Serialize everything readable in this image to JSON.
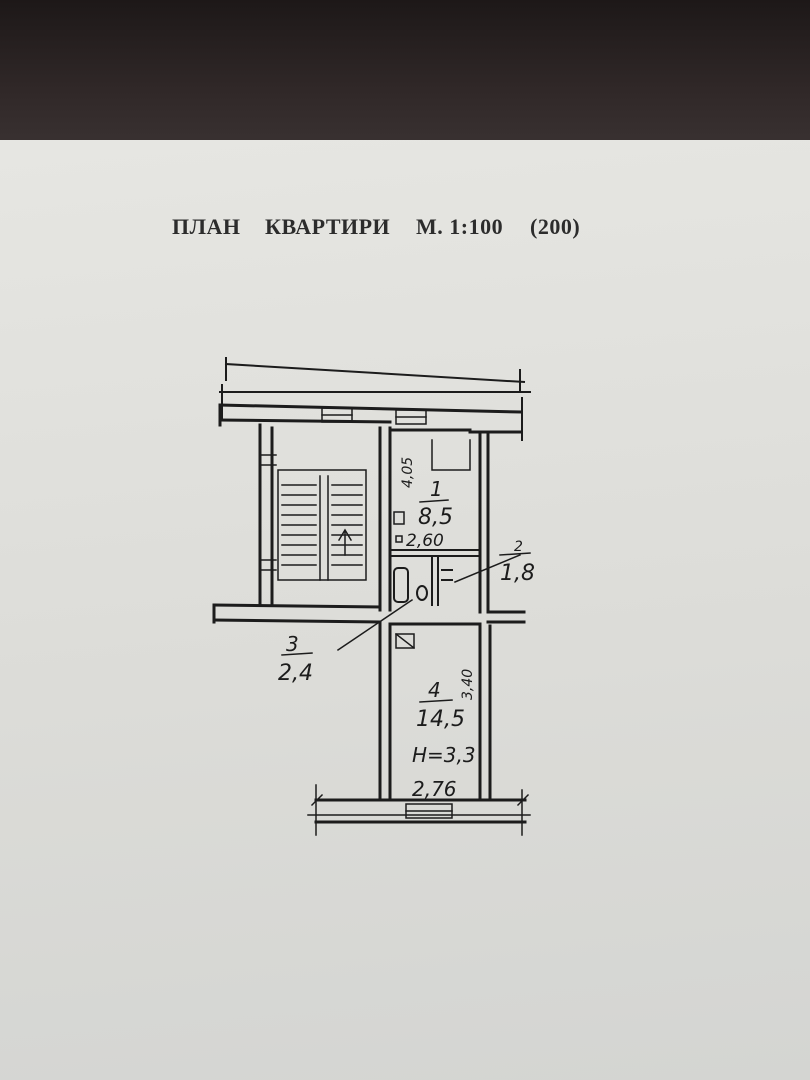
{
  "title": {
    "plan_word": "ПЛАН",
    "apartment_word": "КВАРТИРИ",
    "scale": "М. 1:100",
    "scale_alt": "(200)"
  },
  "plan": {
    "rooms": [
      {
        "number": "1",
        "area": "8,5"
      },
      {
        "number": "2",
        "area": "1,8"
      },
      {
        "number": "3",
        "area": "2,4"
      },
      {
        "number": "4",
        "area": "14,5"
      }
    ],
    "dimensions": {
      "room1_length": "4,05",
      "room1_width": "2,60",
      "room4_length": "3,40",
      "room4_width": "2,76"
    },
    "ceiling_height": "Н=3,3"
  },
  "colors": {
    "paper": "#e2e2de",
    "ink": "#1c1c1c",
    "table": "#2a2424"
  }
}
